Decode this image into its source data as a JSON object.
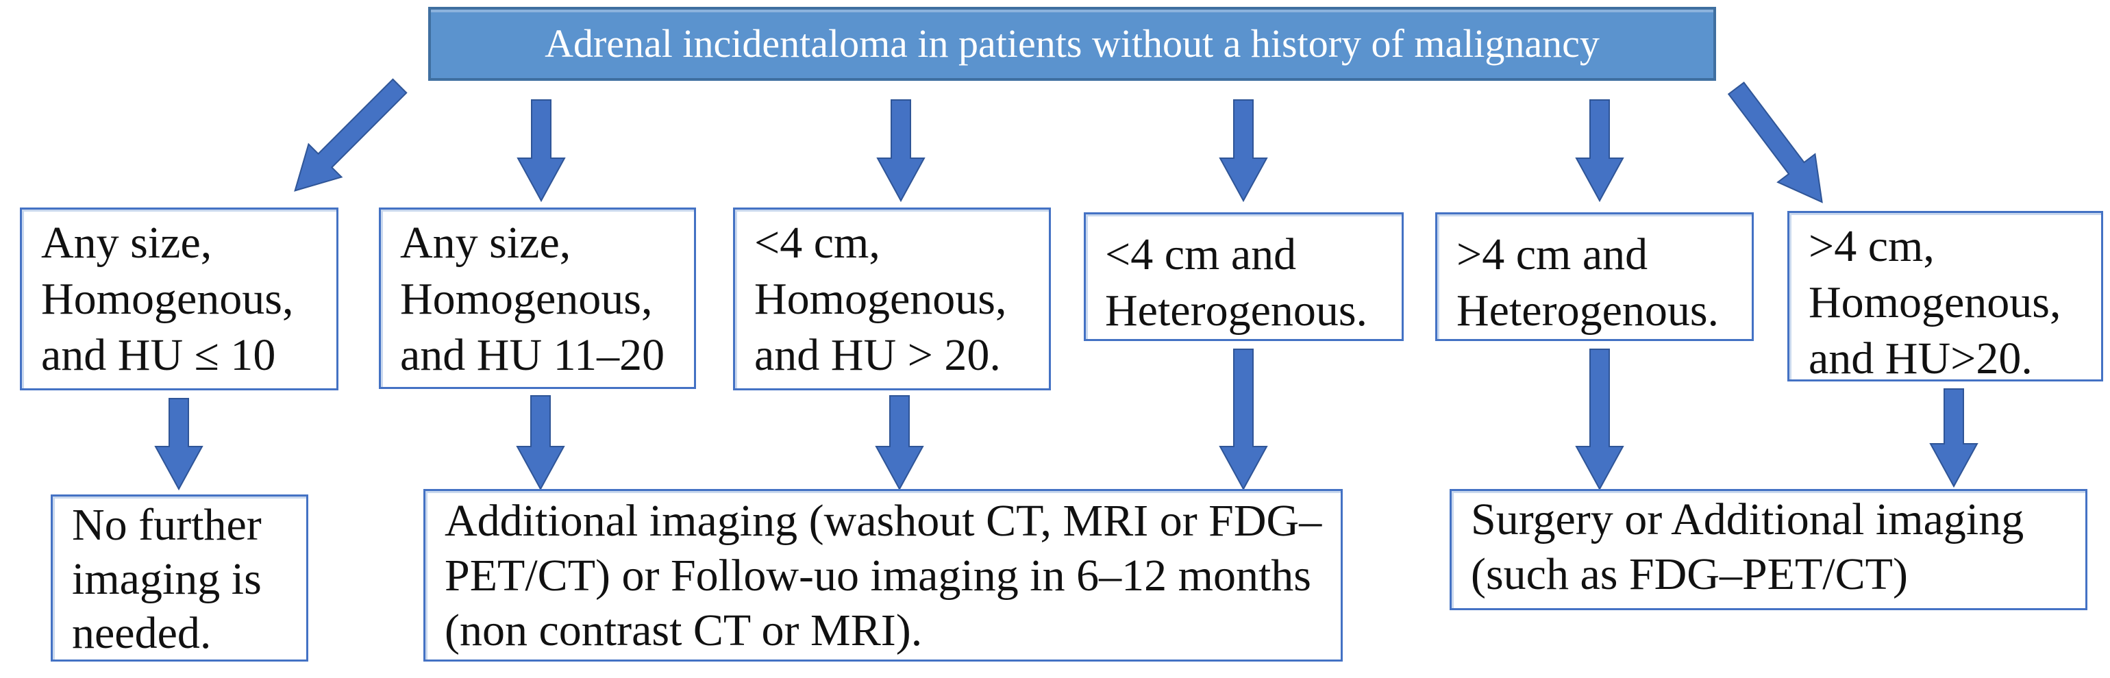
{
  "colors": {
    "header-fill": "#5b93ce",
    "header-border": "#3f6fa0",
    "header-text": "#ffffff",
    "box-border": "#4472c4",
    "arrow-fill": "#4472c4",
    "arrow-stroke": "#2f5597",
    "text": "#111111",
    "bg": "#ffffff"
  },
  "icons": {
    "connector-style": "block-arrow"
  },
  "flowchart": {
    "root": {
      "label": "Adrenal incidentaloma in patients without a history of malignancy"
    },
    "criteria": [
      {
        "id": "c1",
        "label": "Any size, Homogenous, and HU  ≤ 10"
      },
      {
        "id": "c2",
        "label": "Any size, Homogenous, and HU 11–20"
      },
      {
        "id": "c3",
        "label": "<4 cm, Homogenous, and HU > 20."
      },
      {
        "id": "c4",
        "label": "<4 cm and Heterogenous."
      },
      {
        "id": "c5",
        "label": ">4 cm and Heterogenous."
      },
      {
        "id": "c6",
        "label": ">4 cm, Homogenous, and HU>20."
      }
    ],
    "outcomes": [
      {
        "id": "o1",
        "label": "No further imaging is needed."
      },
      {
        "id": "o2",
        "label": "Additional imaging (washout CT, MRI or FDG–PET/CT) or Follow-uo imaging in 6–12 months (non contrast CT or MRI)."
      },
      {
        "id": "o3",
        "label": "Surgery or Additional imaging (such as FDG–PET/CT)"
      }
    ],
    "edges": [
      {
        "from": "root",
        "to": "c1",
        "arrow": "down-left"
      },
      {
        "from": "root",
        "to": "c2",
        "arrow": "down"
      },
      {
        "from": "root",
        "to": "c3",
        "arrow": "down"
      },
      {
        "from": "root",
        "to": "c4",
        "arrow": "down"
      },
      {
        "from": "root",
        "to": "c5",
        "arrow": "down"
      },
      {
        "from": "root",
        "to": "c6",
        "arrow": "down-right"
      },
      {
        "from": "c1",
        "to": "o1",
        "arrow": "down"
      },
      {
        "from": "c2",
        "to": "o2",
        "arrow": "down"
      },
      {
        "from": "c3",
        "to": "o2",
        "arrow": "down"
      },
      {
        "from": "c4",
        "to": "o2",
        "arrow": "down"
      },
      {
        "from": "c5",
        "to": "o3",
        "arrow": "down"
      },
      {
        "from": "c6",
        "to": "o3",
        "arrow": "down"
      }
    ]
  }
}
